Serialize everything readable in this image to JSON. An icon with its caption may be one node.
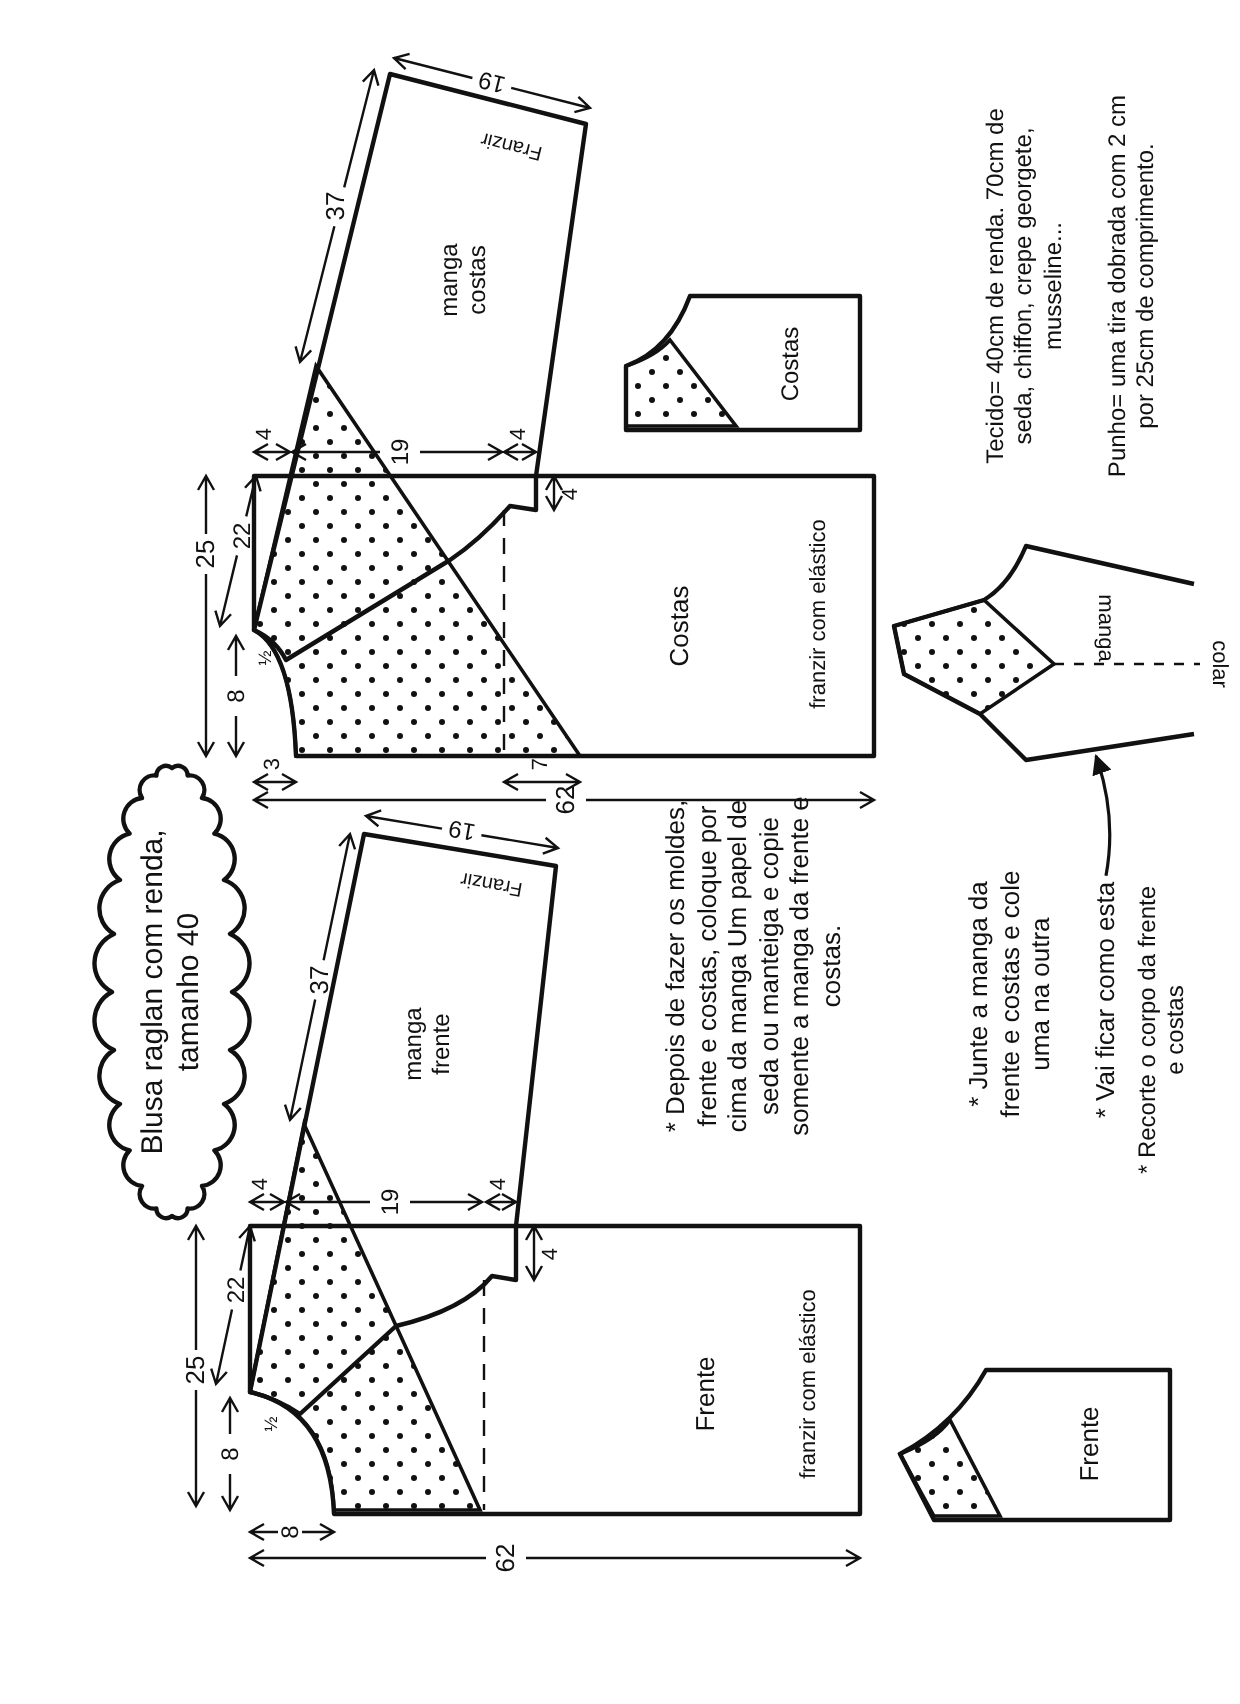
{
  "diagram": {
    "nodes": [
      {
        "text": [
          "Blusa raglan com renda, tamanho 40"
        ]
      },
      {
        "text": [
          "Franzir",
          "manga frente"
        ]
      },
      {
        "text": [
          "Frente",
          "franzir com elástico"
        ]
      },
      {
        "text": [
          "Franzir",
          "manga costas"
        ]
      },
      {
        "text": [
          "Costas",
          "franzir com elástico"
        ]
      },
      {
        "text": [
          "Frente"
        ]
      },
      {
        "text": [
          "Costas"
        ]
      },
      {
        "text": [
          "manga"
        ],
        "beside": [
          "colar"
        ]
      },
      {
        "text": [
          "* Vai ficar como esta"
        ]
      }
    ],
    "edges": [
      {
        "from": 8,
        "to": 7,
        "arrow": "to"
      }
    ],
    "labels": [
      "25",
      "8",
      "½",
      "8",
      "62",
      "22",
      "4",
      "19",
      "4",
      "4",
      "37",
      "19",
      "25",
      "8",
      "½",
      "3",
      "7",
      "62",
      "22",
      "4",
      "19",
      "4",
      "4",
      "37",
      "19",
      "* Depois de fazer os moldes, frente e costas, coloque por cima da manga Um papel de seda ou manteiga e copie somente a manga da frente e costas.",
      "* Junte a manga da frente e costas e cole uma na outra",
      "* Recorte o corpo da frente e costas",
      "Tecido= 40cm de renda. 70cm de seda, chiffon, crepe georgete, musseline...",
      "Punho= uma tira dobrada com 2 cm por 25cm de comprimento."
    ]
  }
}
